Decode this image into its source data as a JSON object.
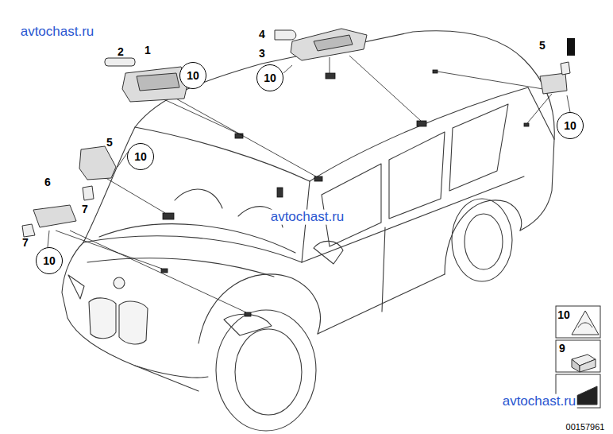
{
  "diagram": {
    "nodes": [
      {
        "text": [
          "10"
        ]
      },
      {
        "text": [
          "10"
        ]
      },
      {
        "text": [
          "10"
        ]
      },
      {
        "text": [
          "10"
        ]
      },
      {
        "text": [
          "10"
        ]
      }
    ],
    "labels": [
      "avtochast.ru",
      "1",
      "2",
      "4",
      "3",
      "5",
      "5",
      "6",
      "7",
      "7",
      "avtochast.ru",
      "10",
      "9",
      "avtochast.ru",
      "00157961"
    ]
  }
}
